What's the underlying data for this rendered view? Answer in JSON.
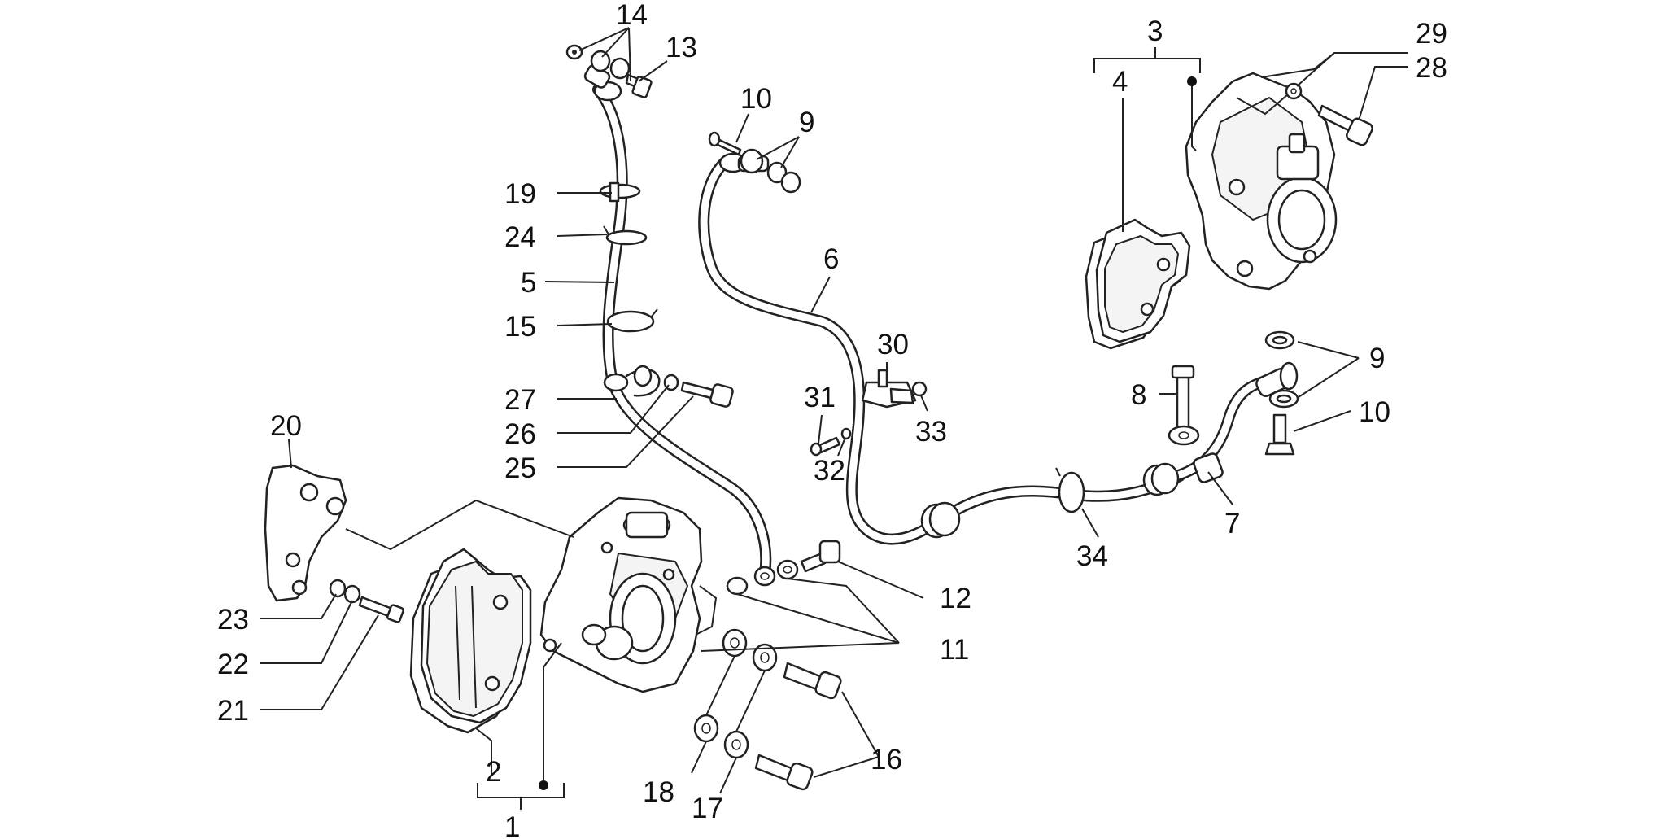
{
  "diagram": {
    "labels": {
      "n1": "1",
      "n2": "2",
      "n3": "3",
      "n4": "4",
      "n5": "5",
      "n6": "6",
      "n7": "7",
      "n8": "8",
      "n9a": "9",
      "n9b": "9",
      "n10a": "10",
      "n10b": "10",
      "n11": "11",
      "n12": "12",
      "n13": "13",
      "n14": "14",
      "n15": "15",
      "n16": "16",
      "n17": "17",
      "n18": "18",
      "n19": "19",
      "n20": "20",
      "n21": "21",
      "n22": "22",
      "n23": "23",
      "n24": "24",
      "n25": "25",
      "n26": "26",
      "n27": "27",
      "n28": "28",
      "n29": "29",
      "n30": "30",
      "n31": "31",
      "n32": "32",
      "n33": "33",
      "n34": "34"
    }
  }
}
